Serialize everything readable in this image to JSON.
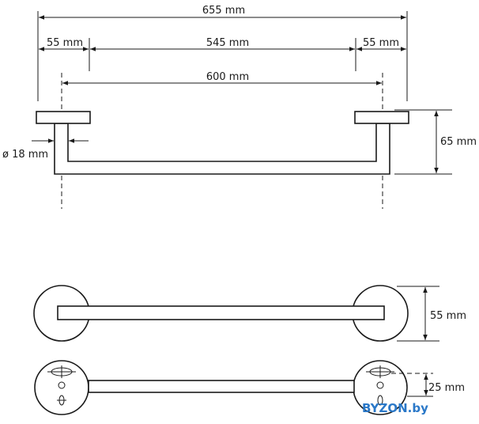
{
  "dimensions": {
    "overall_width": "655 mm",
    "left_offset": "55 mm",
    "center_span": "545 mm",
    "right_offset": "55 mm",
    "bar_length": "600 mm",
    "tube_diameter": "ø 18 mm",
    "height": "65 mm",
    "flange_depth": "55 mm",
    "mount_offset": "25 mm"
  },
  "watermark": {
    "text": "BYZON.by",
    "color": "#2a78c8"
  }
}
